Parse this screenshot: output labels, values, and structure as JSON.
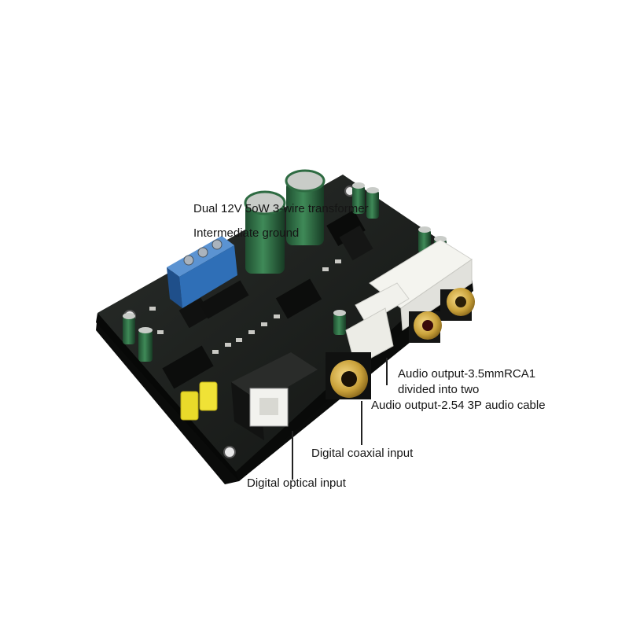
{
  "labels": {
    "transformer": "Dual 12V 5oW 3-wire transformer",
    "ground": "Intermediate ground",
    "audio_rca": "Audio output-3.5mmRCA1",
    "divided": "divided into two",
    "audio_cable": "Audio output-2.54 3P audio cable",
    "coaxial": "Digital coaxial input",
    "optical": "Digital optical input"
  },
  "colors": {
    "pcb": "#1c1f1d",
    "pcb_dark": "#0d0f0e",
    "terminal_blue": "#2f6fb7",
    "capacitor_green": "#2e6b42",
    "rca_gold": "#c9a13a",
    "connector_white": "#f1f1ec",
    "capacitor_yellow": "#e9da2a",
    "leader_line": "#222222"
  }
}
